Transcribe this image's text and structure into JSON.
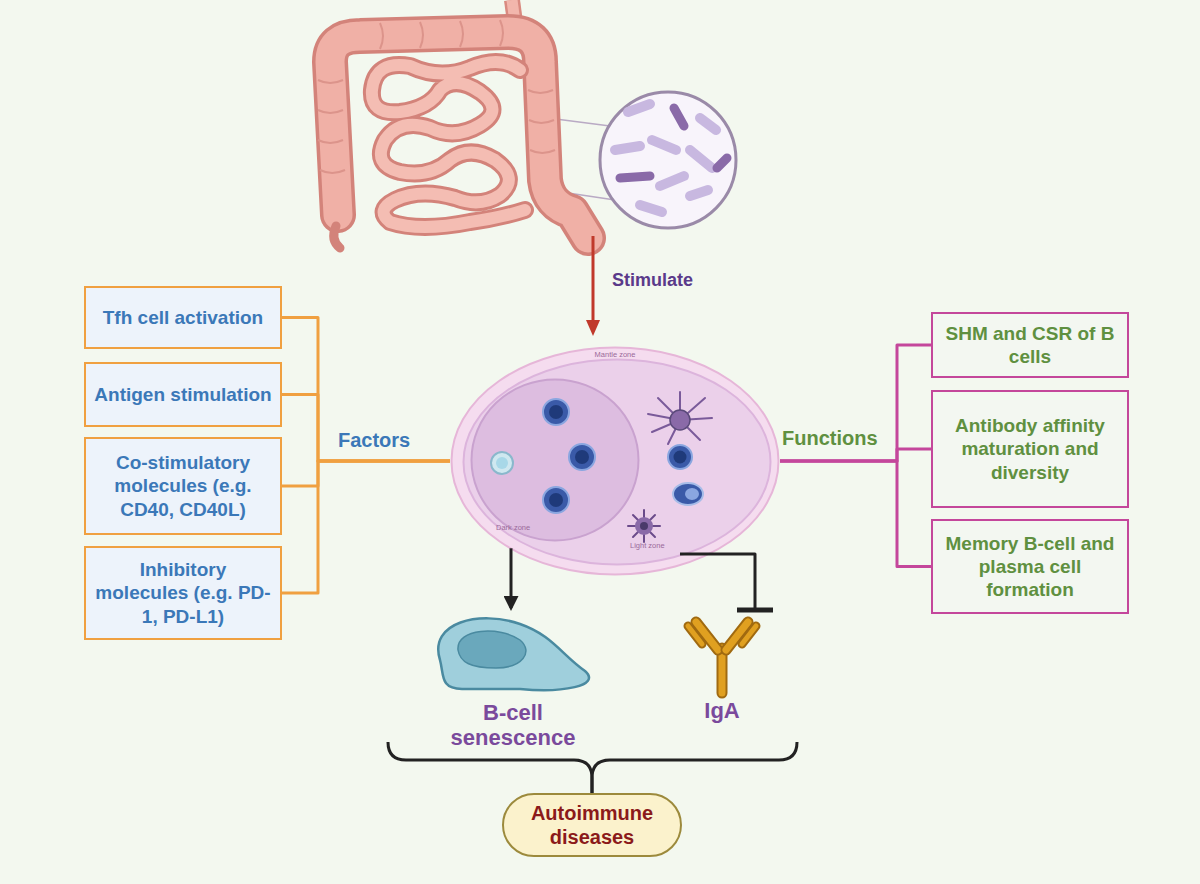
{
  "diagram": {
    "nodes": [
      {
        "text": [
          "Tfh cell activation"
        ]
      },
      {
        "text": [
          "Antigen stimulation"
        ]
      },
      {
        "text": [
          "Co-stimulatory molecules (e.g. CD40, CD40L)"
        ]
      },
      {
        "text": [
          "Inhibitory molecules (e.g. PD-1, PD-L1)"
        ]
      },
      {
        "text": [
          "Mantle zone"
        ]
      },
      {
        "text": [
          "Light zone"
        ],
        "in": 4
      },
      {
        "text": [
          "Dark zone"
        ],
        "in": 5
      },
      {
        "text": [
          "SHM and CSR of B cells"
        ]
      },
      {
        "text": [
          "Antibody affinity maturation and diversity"
        ]
      },
      {
        "text": [
          "Memory B-cell and plasma cell formation"
        ]
      },
      {
        "text": [
          "B-cell senescence"
        ]
      },
      {
        "text": [
          "IgA"
        ]
      },
      {
        "text": [
          "Autoimmune diseases"
        ]
      }
    ],
    "edges": [
      {
        "from": 0,
        "to": 4,
        "arrow": "none"
      },
      {
        "from": 1,
        "to": 4,
        "arrow": "none"
      },
      {
        "from": 2,
        "to": 4,
        "arrow": "none"
      },
      {
        "from": 3,
        "to": 4,
        "arrow": "none"
      },
      {
        "from": 4,
        "to": 7,
        "arrow": "none"
      },
      {
        "from": 4,
        "to": 8,
        "arrow": "none"
      },
      {
        "from": 4,
        "to": 9,
        "arrow": "none"
      },
      {
        "from": 4,
        "to": 10,
        "arrow": "to"
      },
      {
        "from": 4,
        "to": 11,
        "arrow": "none"
      },
      {
        "from": 10,
        "to": 12,
        "arrow": "none"
      },
      {
        "from": 11,
        "to": 12,
        "arrow": "none"
      }
    ],
    "labels": [
      "Stimulate",
      "Factors",
      "Functions"
    ]
  }
}
